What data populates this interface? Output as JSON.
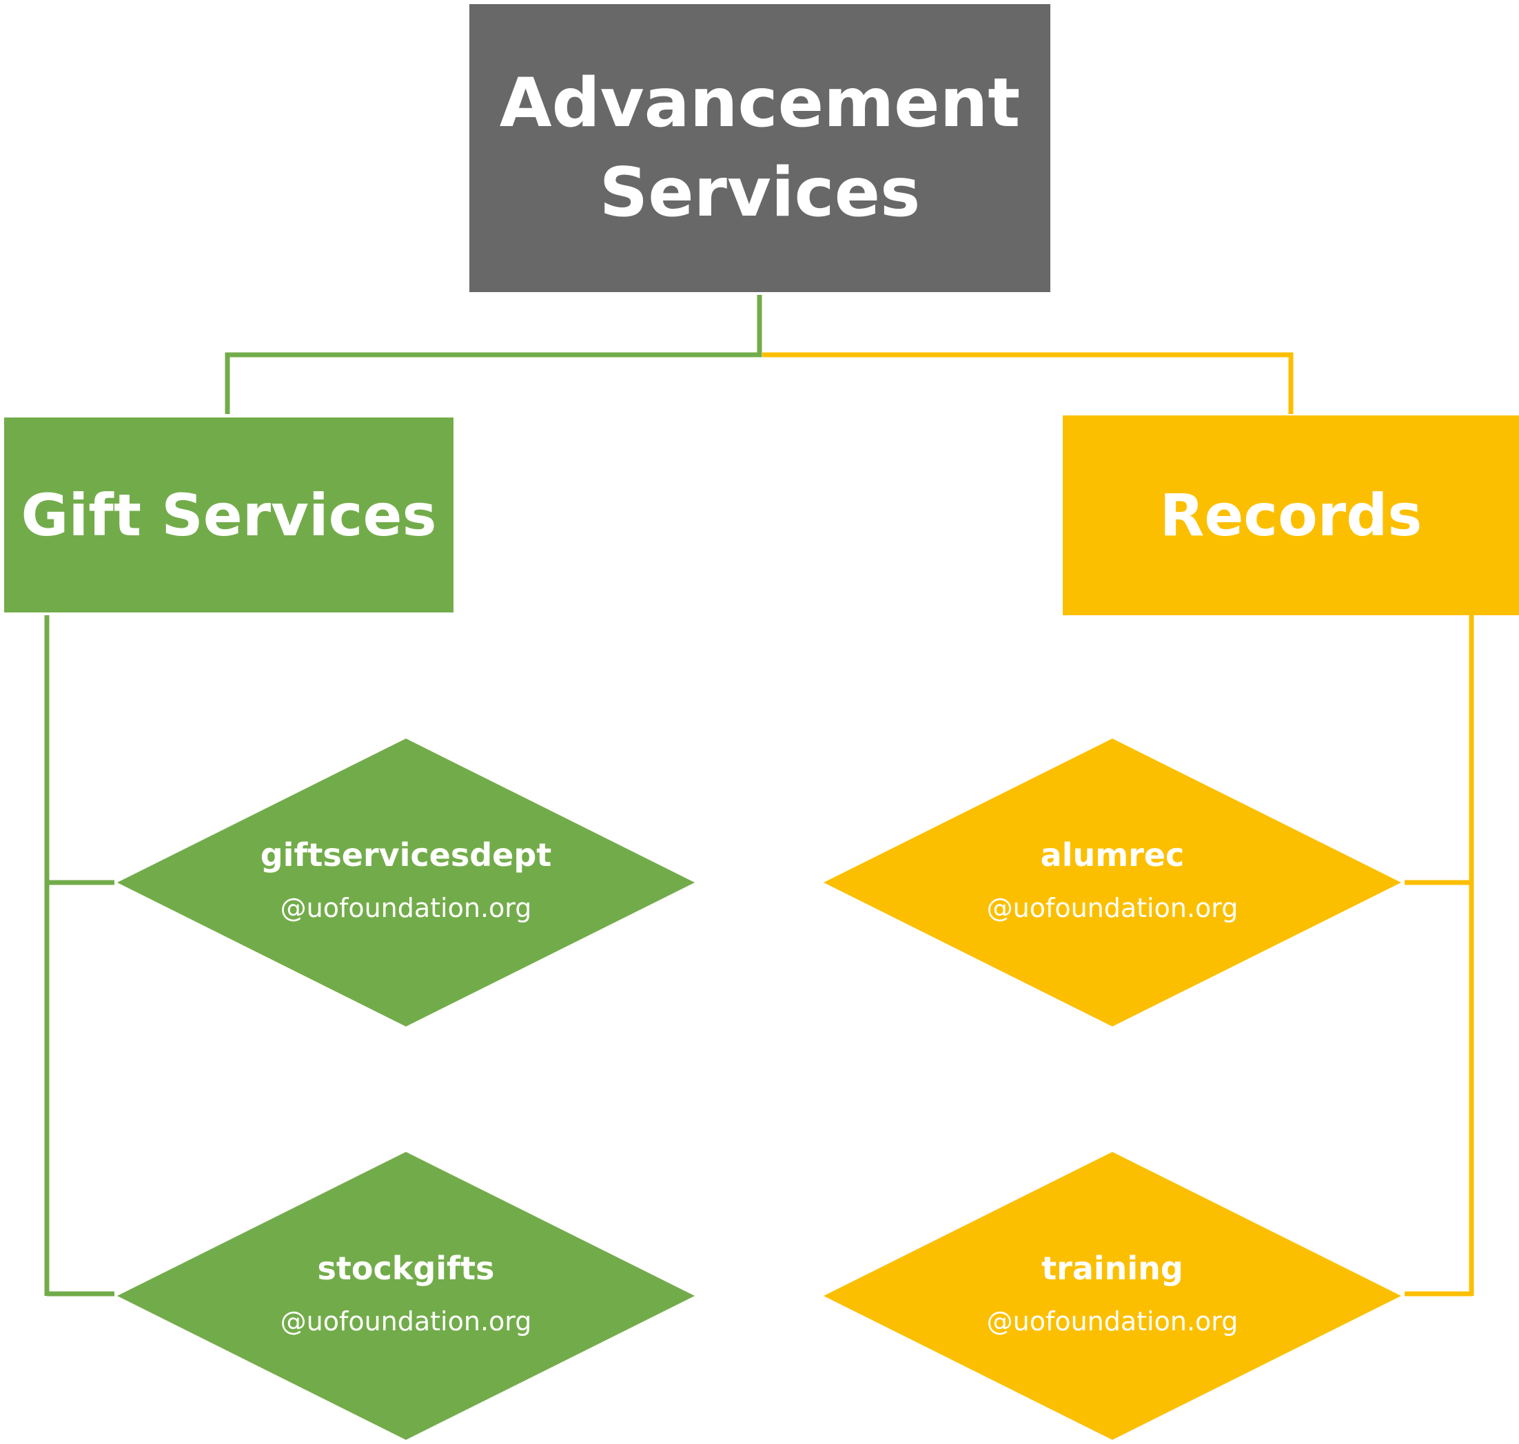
{
  "colors": {
    "root": "#686868",
    "gift": "#72AC4A",
    "records": "#FCBF00",
    "text": "#FFFFFF"
  },
  "root": {
    "line1": "Advancement",
    "line2": "Services"
  },
  "gift_services": {
    "title": "Gift Services",
    "emails": [
      {
        "user": "giftservicesdept",
        "domain": "@uofoundation.org"
      },
      {
        "user": "stockgifts",
        "domain": "@uofoundation.org"
      }
    ]
  },
  "records": {
    "title": "Records",
    "emails": [
      {
        "user": "alumrec",
        "domain": "@uofoundation.org"
      },
      {
        "user": "training",
        "domain": "@uofoundation.org"
      }
    ]
  }
}
